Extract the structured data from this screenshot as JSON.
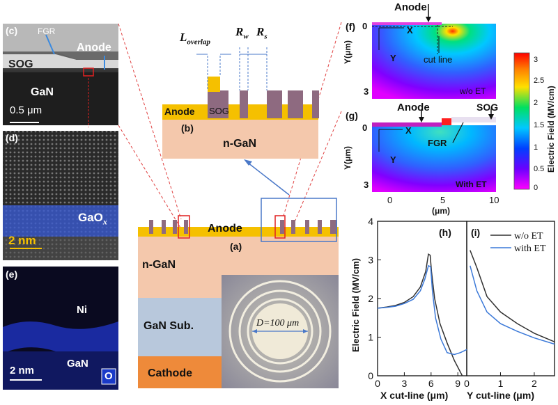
{
  "panels": {
    "c": {
      "letter": "(c)",
      "fgr": "FGR",
      "anode": "Anode",
      "sog": "SOG",
      "gan": "GaN",
      "scale": "0.5 μm"
    },
    "d": {
      "letter": "(d)",
      "gaox": "GaO",
      "gaox_sub": "x",
      "scale": "2 nm"
    },
    "e": {
      "letter": "(e)",
      "ni": "Ni",
      "gan": "GaN",
      "scale": "2 nm",
      "badge": "O"
    },
    "b": {
      "letter": "(b)",
      "l_overlap": "L",
      "l_overlap_sub": "overlap",
      "rw": "R",
      "rw_sub": "w",
      "rs": "R",
      "rs_sub": "s",
      "anode": "Anode",
      "sog": "SOG",
      "ngan": "n-GaN"
    },
    "a": {
      "letter": "(a)",
      "anode": "Anode",
      "ngan": "n-GaN",
      "gan_sub": "GaN Sub.",
      "cathode": "Cathode",
      "diameter": "D=100 μm"
    },
    "f": {
      "letter": "(f)",
      "anode": "Anode",
      "zero": "0",
      "x": "X",
      "y": "Y",
      "cut_line": "cut line",
      "ylabel": "Y(μm)",
      "ytick_bottom": "3",
      "tag": "w/o ET"
    },
    "g": {
      "letter": "(g)",
      "anode": "Anode",
      "sog": "SOG",
      "zero": "0",
      "x": "X",
      "y": "Y",
      "fgr": "FGR",
      "ylabel": "Y(μm)",
      "ytick_bottom": "3",
      "tag": "With ET",
      "xticks": [
        "0",
        "5",
        "10"
      ],
      "xlabel": "(μm)"
    },
    "colorbar": {
      "label": "Electric Field (MV/cm)",
      "ticks": [
        "3",
        "2.5",
        "2",
        "1.5",
        "1",
        "0.5",
        "0"
      ]
    },
    "h": {
      "letter": "(h)",
      "xlabel": "X cut-line (μm)"
    },
    "i": {
      "letter": "(i)",
      "xlabel": "Y cut-line (μm)"
    },
    "shared_ylabel": "Electric Field (MV/cm)"
  },
  "colors": {
    "anode": "#f5c000",
    "sog": "#8e6a80",
    "ngan": "#f4c8ac",
    "gansub": "#b8c8dc",
    "cathode": "#ee8a3a",
    "box_blue": "#4a78c8",
    "dash_red": "#e04040",
    "woet": "#303030",
    "withet": "#3a78d8"
  },
  "chart_data": [
    {
      "type": "line",
      "title": "(h)",
      "xlabel": "X cut-line (μm)",
      "ylabel": "Electric Field (MV/cm)",
      "xlim": [
        0,
        10
      ],
      "ylim": [
        0,
        4
      ],
      "xticks": [
        0,
        3,
        6,
        9
      ],
      "xticklabels": [
        "0",
        "3",
        "6",
        "9",
        "0"
      ],
      "yticks": [
        0,
        1,
        2,
        3,
        4
      ],
      "series": [
        {
          "name": "w/o ET",
          "color": "#303030",
          "x": [
            0,
            1,
            2,
            3,
            4,
            4.8,
            5.4,
            5.7,
            5.9,
            6.05,
            6.4,
            7,
            7.8,
            8.6,
            9.5
          ],
          "y": [
            1.75,
            1.78,
            1.82,
            1.9,
            2.05,
            2.3,
            2.7,
            3.15,
            3.12,
            2.7,
            2.0,
            1.35,
            0.85,
            0.4,
            0.0
          ]
        },
        {
          "name": "with ET",
          "color": "#3a78d8",
          "x": [
            0,
            1,
            2,
            3,
            4,
            4.8,
            5.3,
            5.7,
            5.95,
            6.15,
            6.5,
            7.1,
            7.8,
            8.6,
            9.3,
            10
          ],
          "y": [
            1.75,
            1.77,
            1.8,
            1.87,
            1.98,
            2.2,
            2.5,
            2.85,
            2.82,
            2.2,
            1.5,
            0.95,
            0.6,
            0.55,
            0.6,
            0.68
          ]
        }
      ]
    },
    {
      "type": "line",
      "title": "(i)",
      "xlabel": "Y cut-line (μm)",
      "xlim": [
        0,
        2.6
      ],
      "ylim": [
        0,
        4
      ],
      "xticks": [
        1,
        2
      ],
      "legend": "top-right",
      "series": [
        {
          "name": "w/o ET",
          "color": "#303030",
          "x": [
            0.1,
            0.3,
            0.6,
            1.0,
            1.5,
            2.0,
            2.6
          ],
          "y": [
            3.25,
            2.8,
            2.05,
            1.65,
            1.35,
            1.1,
            0.88
          ]
        },
        {
          "name": "with ET",
          "color": "#3a78d8",
          "x": [
            0.1,
            0.3,
            0.6,
            1.0,
            1.5,
            2.0,
            2.6
          ],
          "y": [
            2.85,
            2.2,
            1.65,
            1.35,
            1.15,
            0.98,
            0.82
          ]
        }
      ]
    }
  ]
}
